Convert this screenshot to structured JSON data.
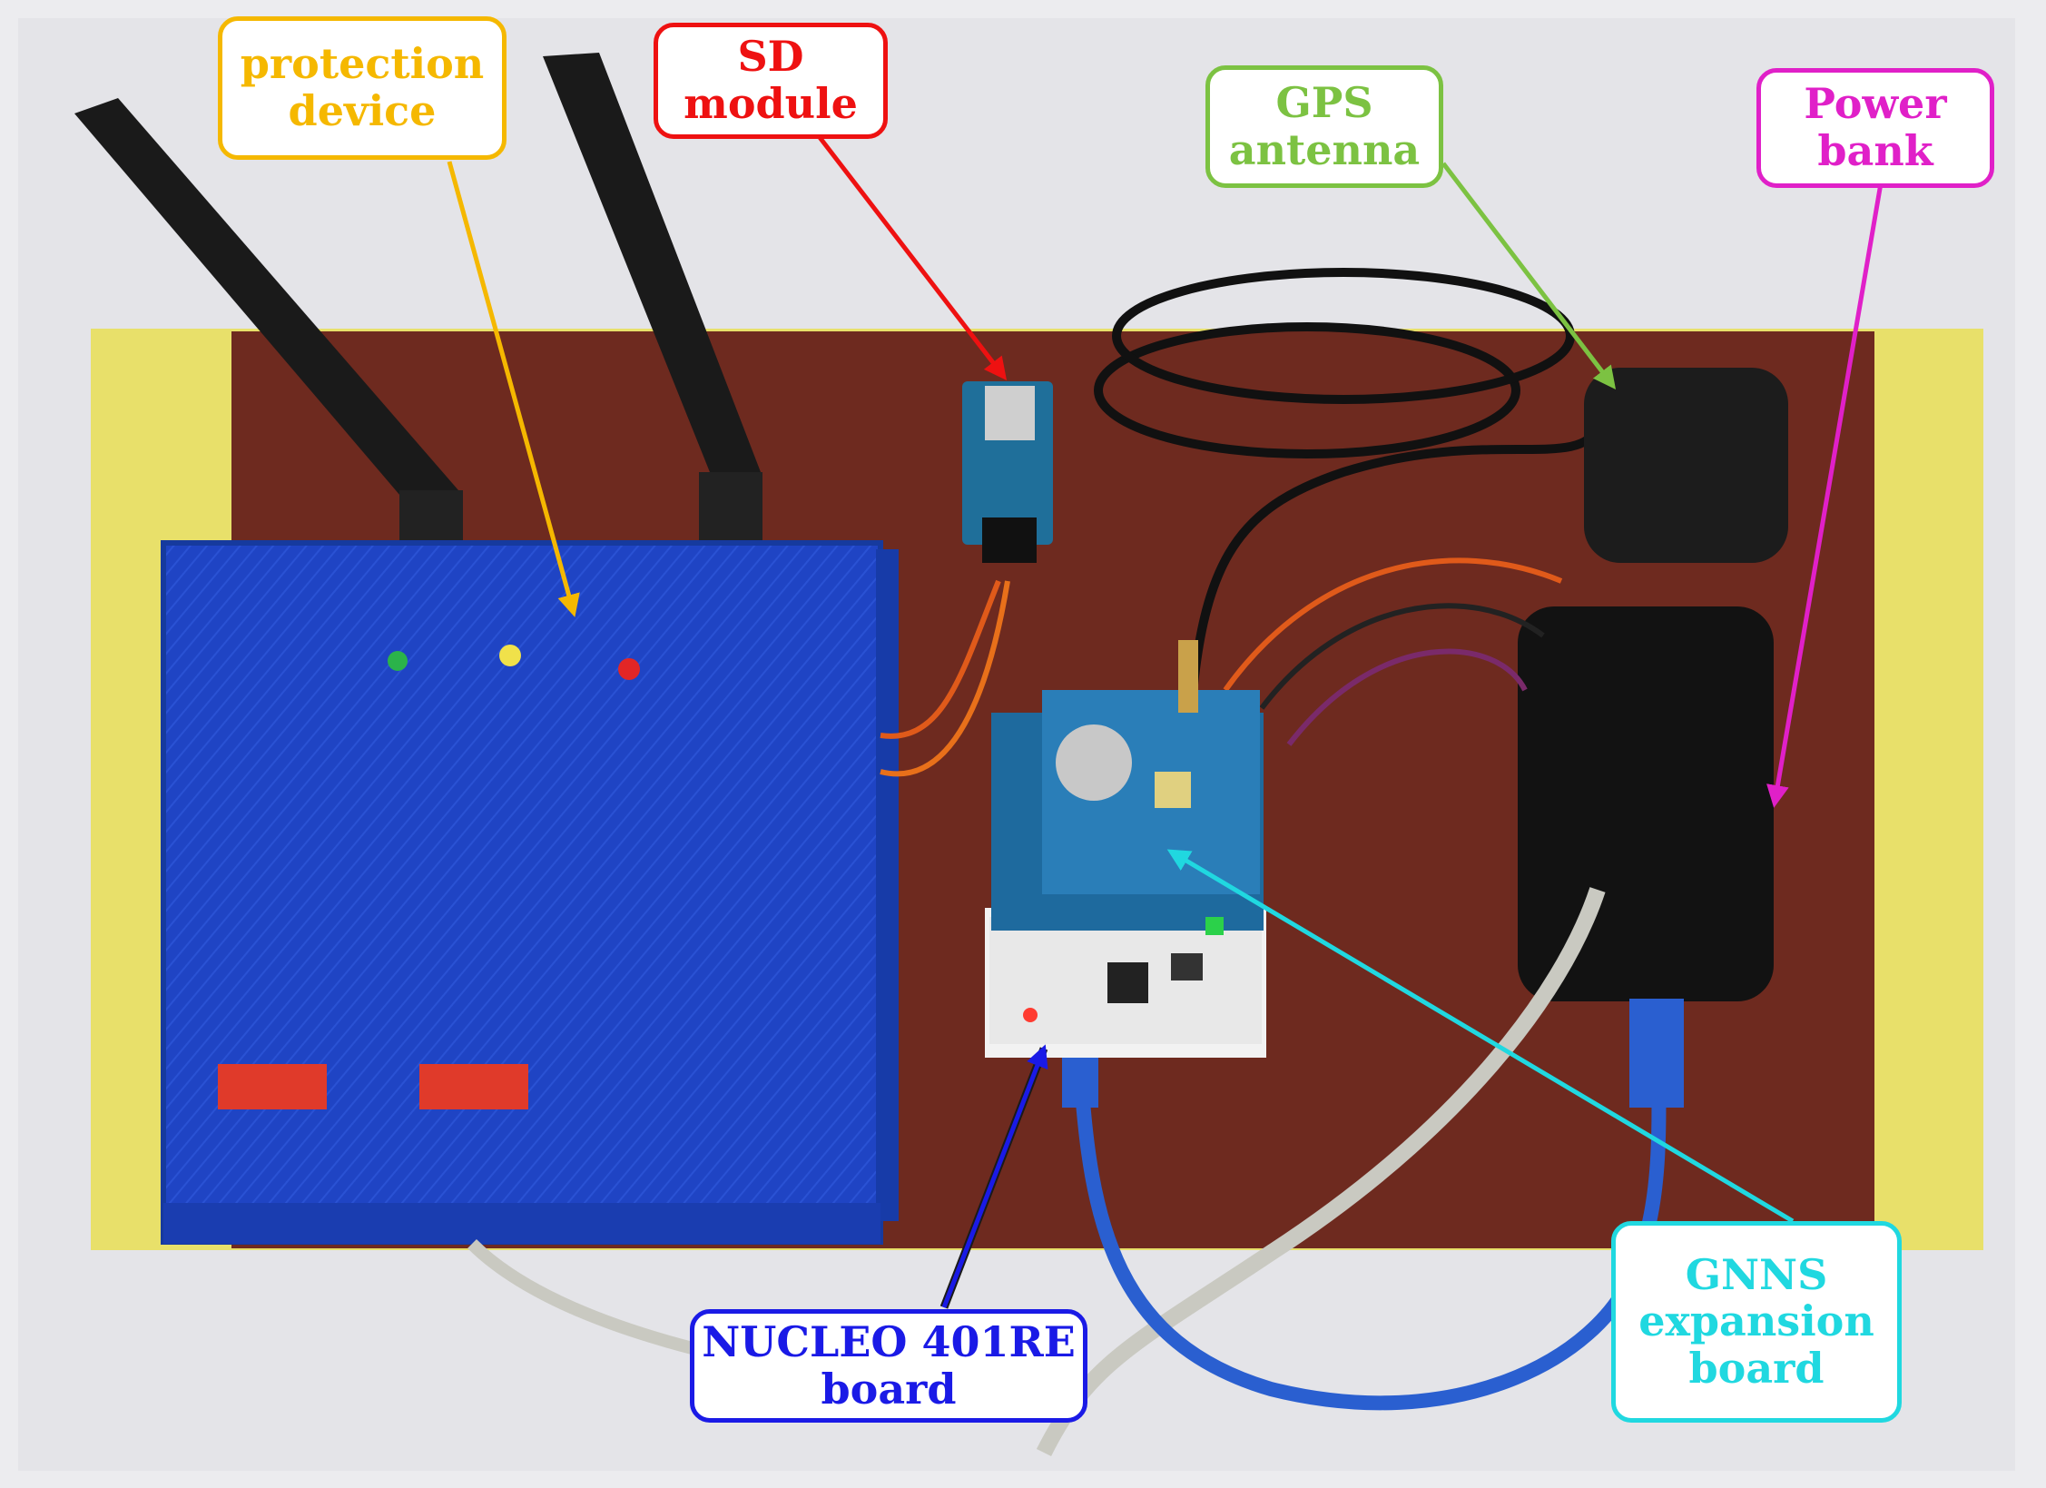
{
  "colors": {
    "protection": "#f5b800",
    "sd": "#ee1111",
    "gps": "#7cc242",
    "power": "#e020c8",
    "nucleo": "#1a1ae6",
    "gnns": "#20d8e0"
  },
  "labels": {
    "protection": {
      "line1": "protection",
      "line2": "device"
    },
    "sd": {
      "line1": "SD",
      "line2": "module"
    },
    "gps": {
      "line1": "GPS",
      "line2": "antenna"
    },
    "power": {
      "line1": "Power",
      "line2": "bank"
    },
    "nucleo": {
      "line1": "NUCLEO 401RE",
      "line2": "board"
    },
    "gnns": {
      "line1": "GNNS",
      "line2": "expansion",
      "line3": "board"
    }
  },
  "icons": [
    "antenna-icon",
    "led-green-icon",
    "led-yellow-icon",
    "led-red-icon",
    "dip-switch-icon",
    "usb-cable-icon"
  ]
}
